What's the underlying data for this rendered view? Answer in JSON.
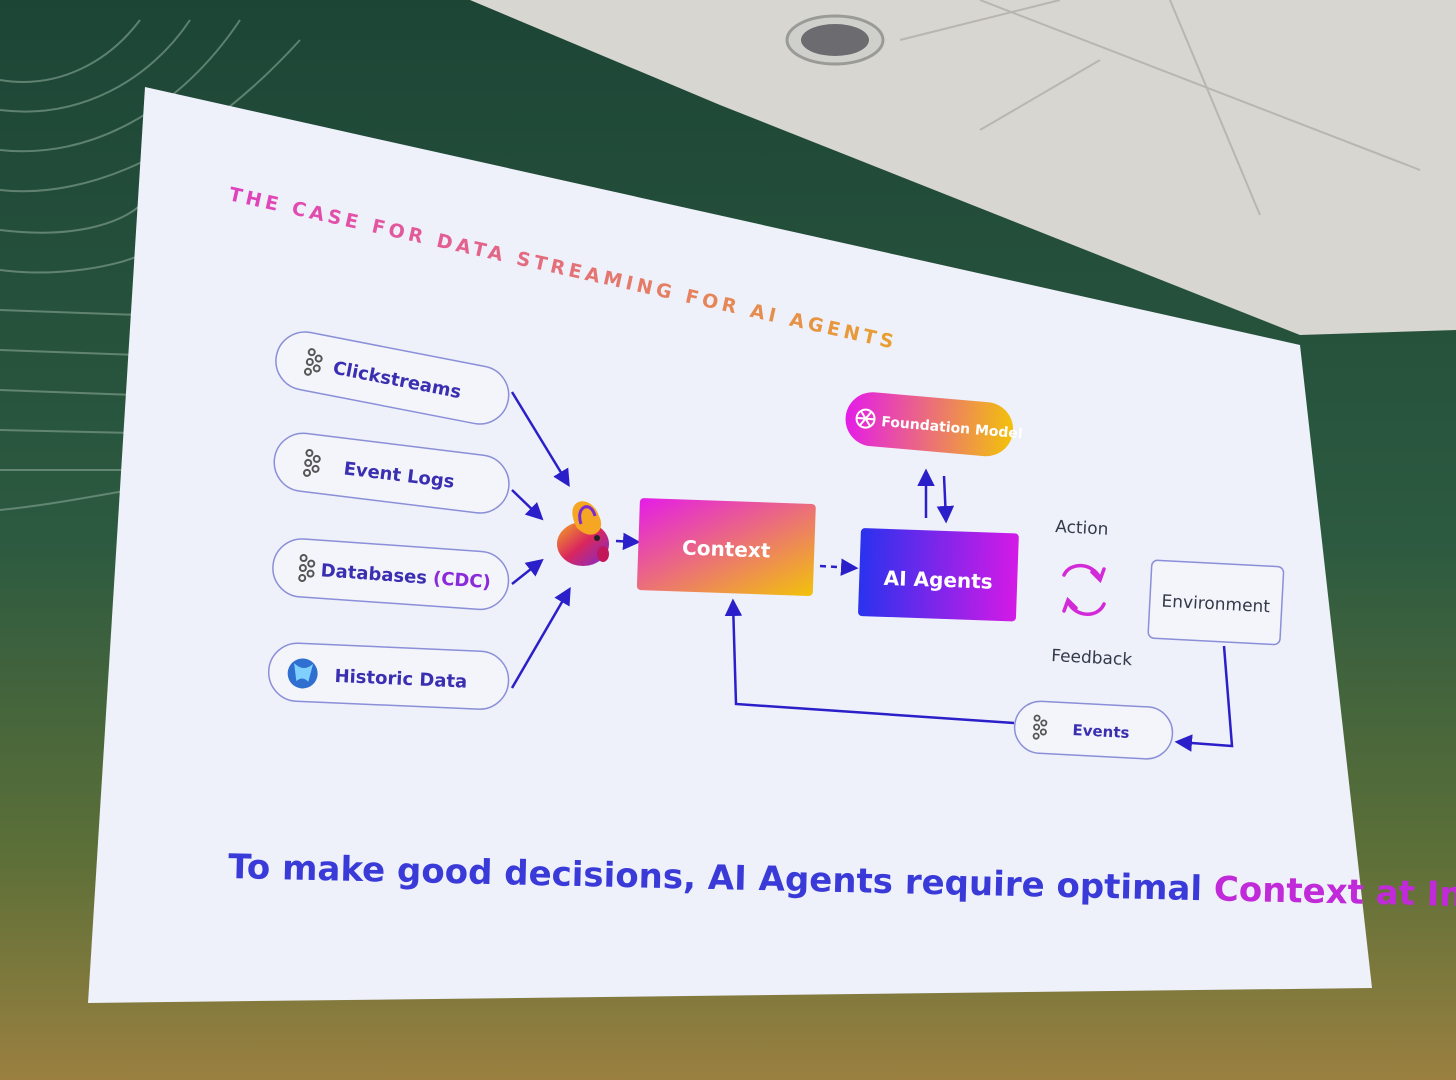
{
  "slide": {
    "title": "THE CASE FOR DATA STREAMING FOR AI AGENTS",
    "sources": [
      {
        "label": "Clickstreams",
        "icon": "kafka-icon"
      },
      {
        "label": "Event Logs",
        "icon": "kafka-icon"
      },
      {
        "label": "Databases",
        "label_suffix": "(CDC)",
        "icon": "kafka-icon"
      },
      {
        "label": "Historic Data",
        "icon": "globe-icon"
      }
    ],
    "processor_icon": "flink-squirrel-icon",
    "context_label": "Context",
    "agents_label": "AI Agents",
    "foundation_model_label": "Foundation Model",
    "foundation_model_icon": "openai-icon",
    "action_label": "Action",
    "feedback_label": "Feedback",
    "environment_label": "Environment",
    "events_label": "Events",
    "caption": {
      "part1": "To make good decisions, AI Agents require optimal ",
      "part2": "Context at Inference."
    },
    "colors": {
      "title_start": "#e040c0",
      "title_end": "#e8a030",
      "arrow": "#2a1fc8",
      "context_start": "#e41ce8",
      "context_end": "#f2c20a",
      "agents_start": "#2a32ee",
      "agents_end": "#d41ae6",
      "caption_start": "#3a3ad8",
      "caption_end": "#c02ad8"
    }
  }
}
